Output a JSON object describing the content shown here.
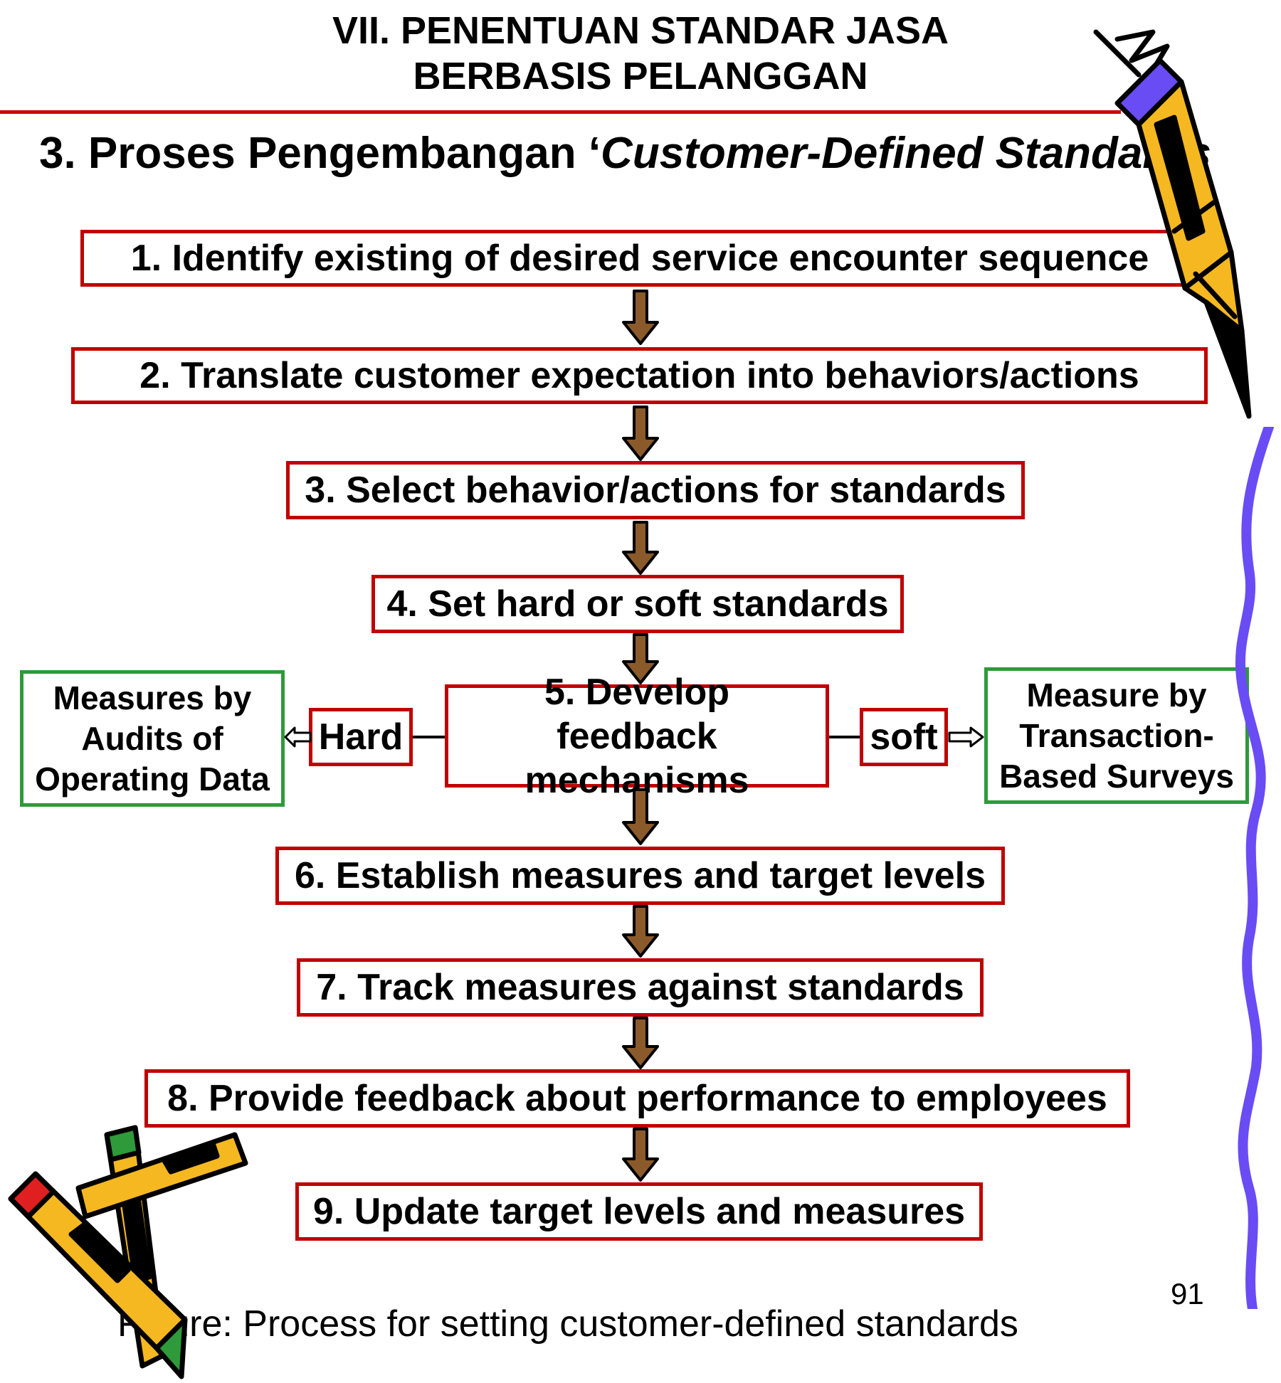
{
  "header": {
    "title_line1": "VII. PENENTUAN STANDAR JASA",
    "title_line2": "BERBASIS PELANGGAN"
  },
  "subtitle": {
    "prefix": "3. Proses Pengembangan ‘",
    "italic": "Customer-Defined Standards"
  },
  "steps": [
    "1. Identify existing of desired service encounter sequence",
    "2. Translate customer expectation into behaviors/actions",
    "3. Select behavior/actions for standards",
    "4. Set hard or soft standards",
    "5. Develop feedback mechanisms",
    "6. Establish measures and target levels",
    "7. Track measures against standards",
    "8. Provide feedback about performance to employees",
    "9. Update target levels and measures"
  ],
  "branches": {
    "hard_label": "Hard",
    "soft_label": "soft",
    "hard_measure": "Measures by Audits of Operating Data",
    "soft_measure": "Measure by Transaction-Based Surveys"
  },
  "caption": "Figure:  Process for setting customer-defined standards",
  "page_number": "91",
  "colors": {
    "step_border": "#c00000",
    "measure_border": "#2e9a3a",
    "arrow_fill": "#8b5a2b",
    "title_rule": "#cc0000",
    "squiggle": "#6a4cf5"
  },
  "decorations": [
    "pencil-icon",
    "crossed-pencils-icon",
    "squiggle-line"
  ]
}
